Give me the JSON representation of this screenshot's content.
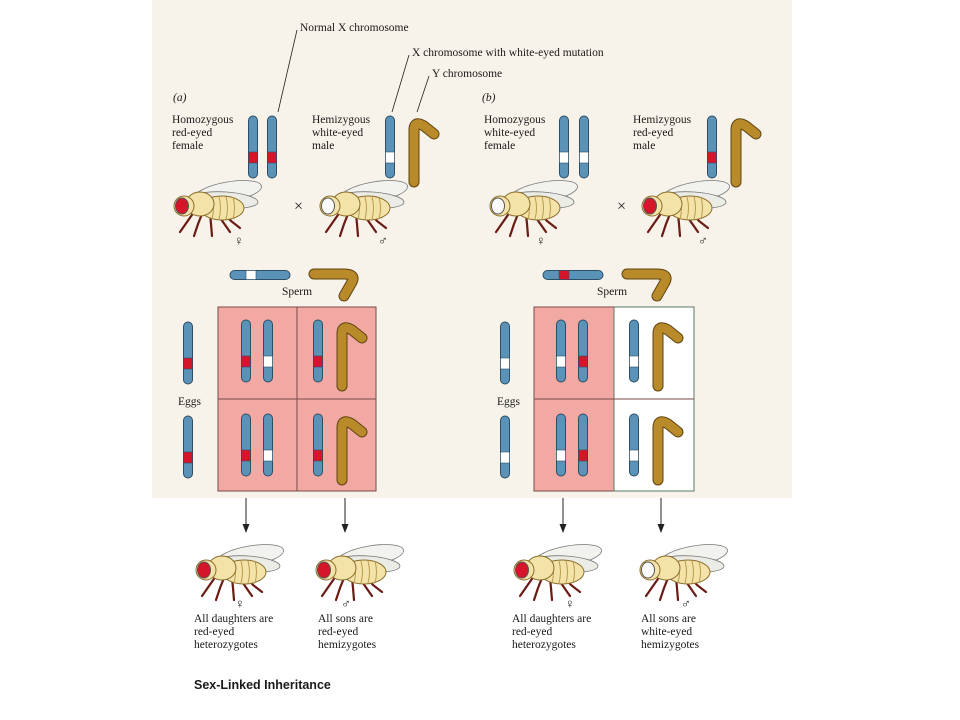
{
  "callouts": {
    "normal_x": "Normal X chromosome",
    "x_mutation": "X chromosome with white-eyed mutation",
    "y": "Y chromosome"
  },
  "panel_a": {
    "letter": "(a)",
    "female_label": "Homozygous\nred-eyed\nfemale",
    "male_label": "Hemizygous\nwhite-eyed\nmale",
    "cross": "×",
    "female_symbol": "♀",
    "male_symbol": "♂",
    "sperm": "Sperm",
    "eggs": "Eggs",
    "daughters": "All daughters are\nred-eyed\nheterozygotes",
    "sons": "All sons are\nred-eyed\nhemizygotes"
  },
  "panel_b": {
    "letter": "(b)",
    "female_label": "Homozygous\nwhite-eyed\nfemale",
    "male_label": "Hemizygous\nred-eyed\nmale",
    "cross": "×",
    "female_symbol": "♀",
    "male_symbol": "♂",
    "sperm": "Sperm",
    "eggs": "Eggs",
    "daughters": "All daughters are\nred-eyed\nheterozygotes",
    "sons": "All sons are\nwhite-eyed\nhemizygotes"
  },
  "caption": "Sex-Linked Inheritance",
  "colors": {
    "chromosome_blue": "#5b93b8",
    "y_brown": "#b88a2a",
    "red_band": "#d5152a",
    "white_band": "#ffffff",
    "punnett_pink": "#f3a9a3",
    "fly_body": "#f4e3a8",
    "fly_leg": "#6b1a14"
  }
}
